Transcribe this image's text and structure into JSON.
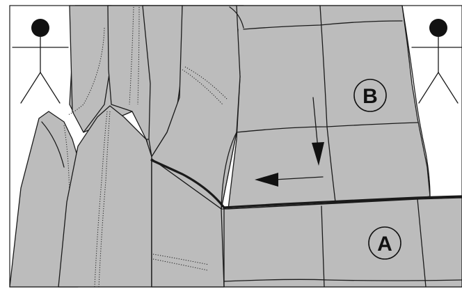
{
  "diagram": {
    "labels": {
      "a": "A",
      "b": "B"
    },
    "figures": [
      "person-icon",
      "person-icon"
    ],
    "arrows": [
      "arrow-down",
      "arrow-left"
    ],
    "colors": {
      "upholstery": "#bcbcbc",
      "outline": "#1a1a1a",
      "background": "#ffffff"
    }
  }
}
